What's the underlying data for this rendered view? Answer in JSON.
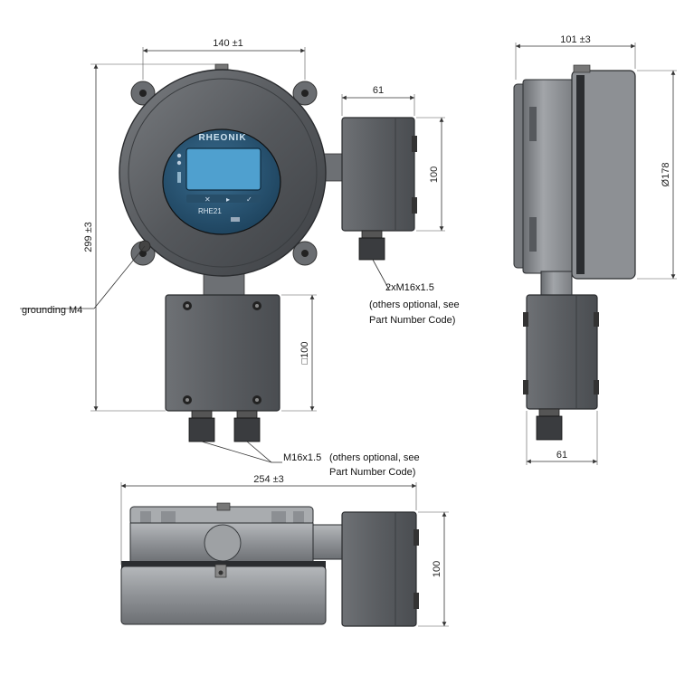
{
  "dimensions": {
    "front_width": "140 ±1",
    "front_height": "299 ±3",
    "junction_box_width": "61",
    "junction_box_height": "100",
    "lower_box_size": "□100",
    "side_depth": "101 ±3",
    "side_diameter": "Ø178",
    "side_box_width": "61",
    "bottom_length": "254 ±3",
    "bottom_height": "100"
  },
  "annotations": {
    "grounding": "grounding M4",
    "gland_double": "2xM16x1.5",
    "gland_double_note_1": "(others optional, see",
    "gland_double_note_2": "Part Number Code)",
    "gland_single": "M16x1.5",
    "gland_single_note_1": "(others optional, see",
    "gland_single_note_2": "Part Number Code)"
  },
  "display": {
    "brand": "RHEONIK",
    "model": "RHE21"
  },
  "colors": {
    "housing_dark": "#5f6266",
    "housing_mid": "#8a8d91",
    "housing_light": "#b4b7ba",
    "display_blue": "#2d5a7a",
    "screen": "#3c8fbf"
  }
}
